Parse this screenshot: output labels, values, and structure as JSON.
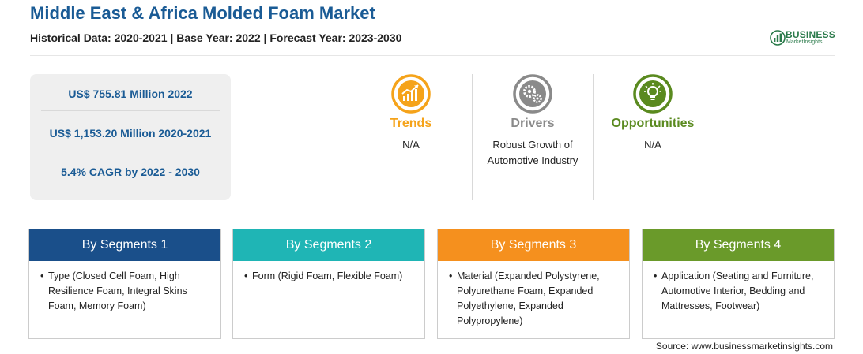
{
  "header": {
    "title": "Middle East & Africa Molded Foam Market",
    "subtitle": "Historical Data: 2020-2021 | Base Year: 2022 | Forecast Year: 2023-2030"
  },
  "logo": {
    "name": "BUSINESS",
    "tagline": "MarketInsights",
    "icon": "bar-chart-logo-icon",
    "color": "#2a7a4a"
  },
  "stats": [
    "US$ 755.81 Million 2022",
    "US$ 1,153.20 Million 2020-2021",
    "5.4% CAGR by 2022 - 2030"
  ],
  "features": {
    "trends": {
      "label": "Trends",
      "text": "N/A",
      "icon": "trend-chart-icon",
      "color": "#f5a31a"
    },
    "drivers": {
      "label": "Drivers",
      "text_line1": "Robust Growth of",
      "text_line2": "Automotive Industry",
      "icon": "gears-icon",
      "color": "#8a8a8a"
    },
    "opportunities": {
      "label": "Opportunities",
      "text": "N/A",
      "icon": "lightbulb-icon",
      "color": "#5a8a1f"
    }
  },
  "segments": [
    {
      "title": "By Segments 1",
      "color": "#1a4f8a",
      "text": "Type (Closed Cell Foam, High Resilience Foam, Integral Skins Foam, Memory Foam)"
    },
    {
      "title": "By Segments 2",
      "color": "#1fb5b5",
      "text": "Form (Rigid Foam, Flexible Foam)"
    },
    {
      "title": "By Segments 3",
      "color": "#f5901e",
      "text": "Material (Expanded Polystyrene, Polyurethane Foam, Expanded Polyethylene, Expanded Polypropylene)"
    },
    {
      "title": "By Segments 4",
      "color": "#6a9a2a",
      "text": "Application (Seating and Furniture, Automotive Interior, Bedding and Mattresses, Footwear)"
    }
  ],
  "bullet": "•",
  "source": "Source: www.businessmarketinsights.com"
}
